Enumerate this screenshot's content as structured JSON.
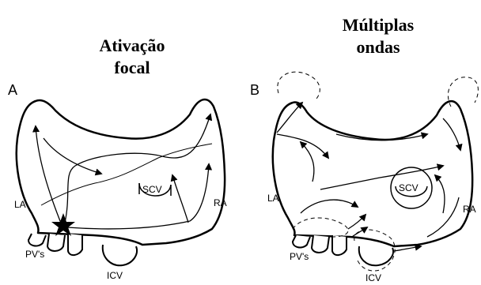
{
  "titles": {
    "a": "Ativação\nfocal",
    "b": "Múltiplas\nondas"
  },
  "panels": {
    "a": {
      "letter": "A",
      "labels": {
        "la": "LA",
        "ra": "RA",
        "scv": "SCV",
        "pvs": "PV's",
        "icv": "ICV"
      }
    },
    "b": {
      "letter": "B",
      "labels": {
        "la": "LA",
        "ra": "RA",
        "scv": "SCV",
        "pvs": "PV's",
        "icv": "ICV"
      }
    }
  },
  "colors": {
    "line": "#000000",
    "background": "#ffffff"
  },
  "icons": {
    "focal_source": "star",
    "wave_arrow": "filled-triangle-arrowhead"
  }
}
